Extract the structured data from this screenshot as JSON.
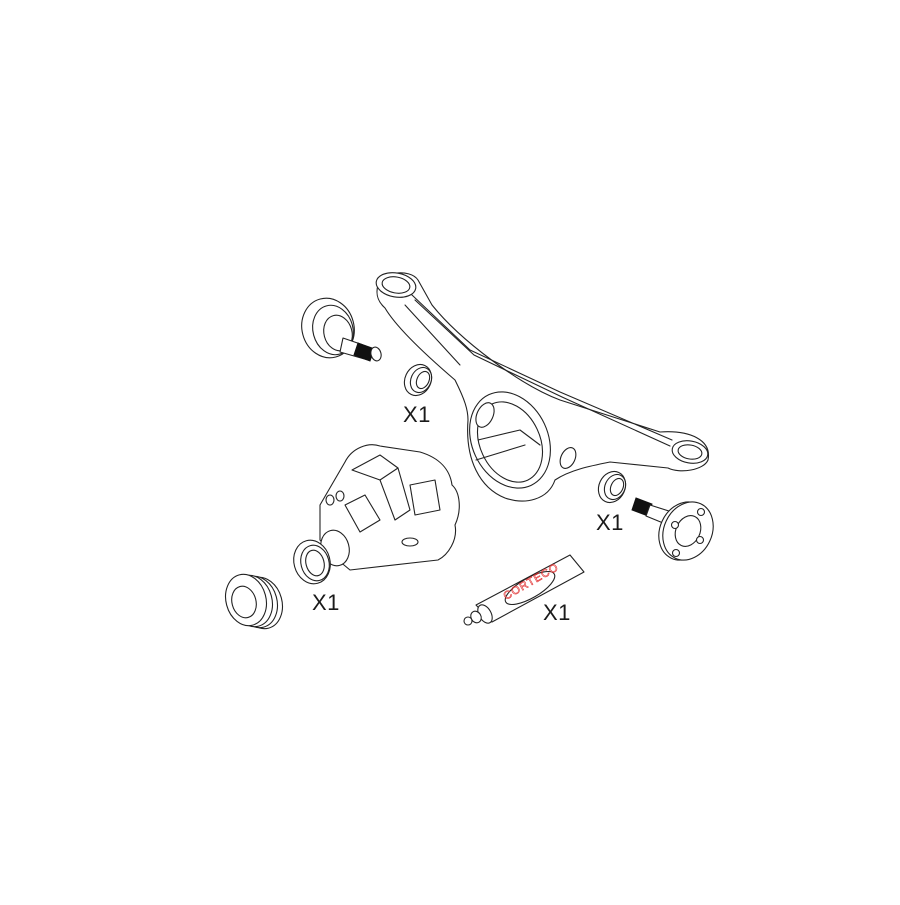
{
  "diagram": {
    "type": "exploded parts drawing",
    "background": "#ffffff",
    "line_color": "#222222",
    "brand_color": "#e03030",
    "components": [
      {
        "id": "axle-bushing-left",
        "name": "Rubber mount bushing with threaded stud (left)"
      },
      {
        "id": "seal-ring-top",
        "name": "Seal ring"
      },
      {
        "id": "rear-axle-carrier",
        "name": "Rear axle carrier / subframe crossmember"
      },
      {
        "id": "differential-housing",
        "name": "Differential housing"
      },
      {
        "id": "seal-ring-differential",
        "name": "Seal ring (differential)"
      },
      {
        "id": "rubber-mount-lower",
        "name": "Rubber mount"
      },
      {
        "id": "seal-ring-right",
        "name": "Seal ring"
      },
      {
        "id": "flange-stud-right",
        "name": "Flange with threaded stud (right)"
      },
      {
        "id": "sealant-tube",
        "name": "Sealant tube"
      }
    ],
    "labels": {
      "qty_top": "X1",
      "qty_right": "X1",
      "qty_differential": "X1",
      "qty_tube": "X1"
    },
    "tube_brand": "CORTECO"
  }
}
